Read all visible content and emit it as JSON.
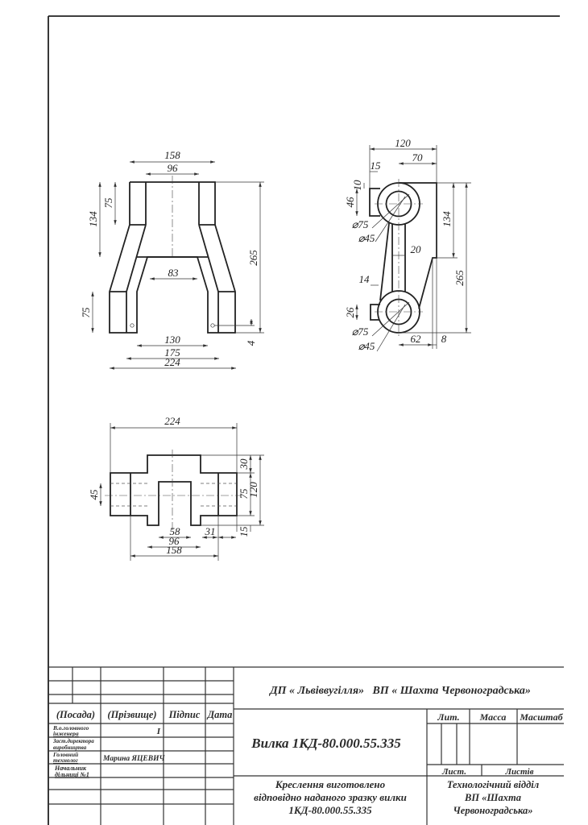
{
  "drawing": {
    "front_view": {
      "d158": "158",
      "d96": "96",
      "d83": "83",
      "d130": "130",
      "d175": "175",
      "d224": "224",
      "d134": "134",
      "d75a": "75",
      "d75b": "75",
      "d265": "265",
      "d4": "4"
    },
    "side_view": {
      "d120": "120",
      "d70": "70",
      "d15": "15",
      "d10": "10",
      "d46": "46",
      "d134": "134",
      "d265": "265",
      "d20": "20",
      "d14": "14",
      "d26": "26",
      "d62": "62",
      "d8": "8",
      "dia75a": "⌀75",
      "dia45a": "⌀45",
      "dia75b": "⌀75",
      "dia45b": "⌀45"
    },
    "top_view": {
      "d224": "224",
      "d58": "58",
      "d96": "96",
      "d158": "158",
      "d31": "31",
      "d30": "30",
      "d75": "75",
      "d120": "120",
      "d15": "15",
      "d45": "45"
    }
  },
  "title_block": {
    "organization": "ДП « Львіввугілля»   ВП « Шахта Червоноградська»",
    "headers": {
      "position": "(Посада)",
      "surname": "(Прізвище)",
      "signature": "Підпис",
      "date": "Дата"
    },
    "rows": [
      {
        "position_l1": "В.о.головного",
        "position_l2": "інженера",
        "surname": "І"
      },
      {
        "position_l1": "Заст.директора",
        "position_l2": "виробництва",
        "surname": ""
      },
      {
        "position_l1": "Головний",
        "position_l2": "технолог",
        "surname": "Марина ЯЦЕВИЧ"
      },
      {
        "position_l1": "Начальник",
        "position_l2": "дільниці №1",
        "surname": ""
      }
    ],
    "part_name": "Вилка 1КД-80.000.55.335",
    "lit_label": "Лит.",
    "mass_label": "Масса",
    "scale_label": "Масштаб",
    "sheet_label": "Лист.",
    "sheets_label": "Листів",
    "note_l1": "Креслення виготовлено",
    "note_l2": "відповідно наданого зразку вилки",
    "note_l3": "1КД-80.000.55.335",
    "dept_l1": "Технологічний відділ",
    "dept_l2": "ВП «Шахта",
    "dept_l3": "Червоноградська»"
  }
}
